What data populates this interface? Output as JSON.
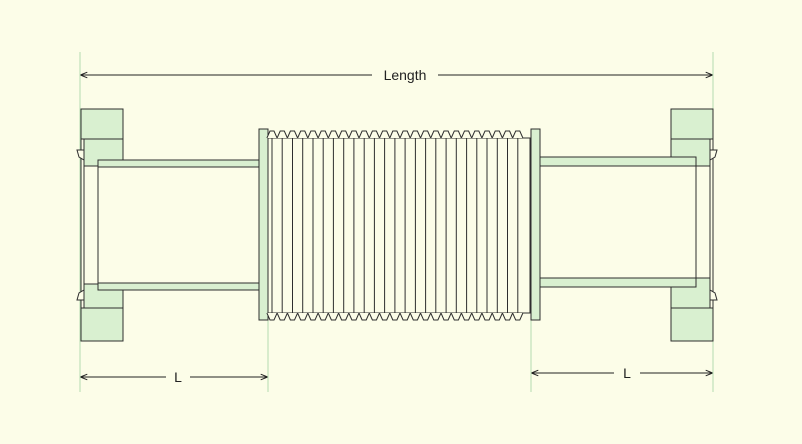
{
  "labels": {
    "overall_length": "Length",
    "left_l": "L",
    "right_l": "L"
  },
  "colors": {
    "background": "#fcfde8",
    "part_fill": "#d9f0d0",
    "outline": "#2e2e2e",
    "extension_line": "#b5dcb0"
  }
}
